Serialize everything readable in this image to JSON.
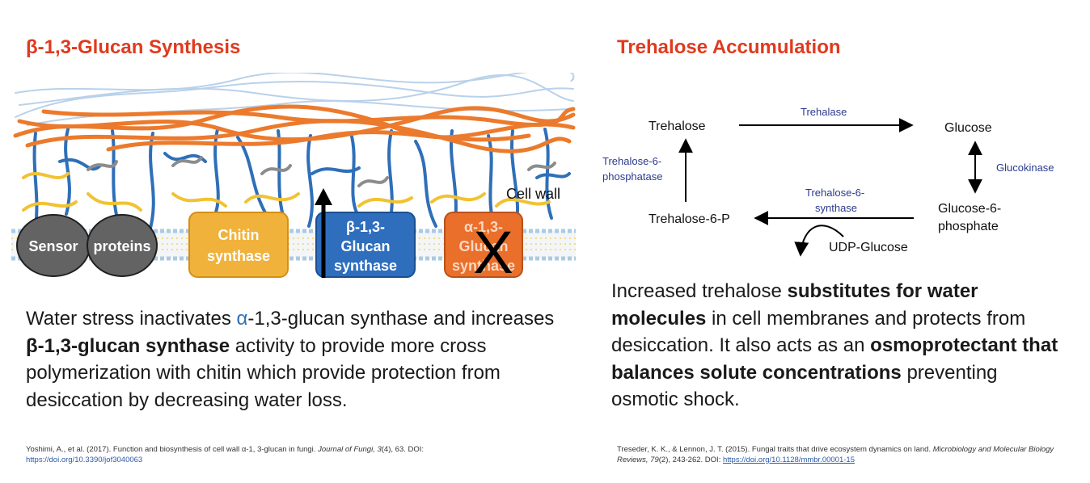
{
  "left_panel": {
    "title": "β-1,3-Glucan Synthesis",
    "diagram": {
      "cell_wall_label": "Cell wall",
      "sensor_label": "Sensor",
      "proteins_label": "proteins",
      "chitin_line1": "Chitin",
      "chitin_line2": "synthase",
      "beta_line1": "β-1,3-",
      "beta_line2": "Glucan",
      "beta_line3": "synthase",
      "alpha_line1": "α-1,3-",
      "alpha_line2": "Glucan",
      "alpha_line3": "synthase",
      "x_mark": "X",
      "colors": {
        "orange_fiber": "#ec7a2c",
        "blue_fiber": "#2f6fb8",
        "yellow_fiber": "#f1c232",
        "chitin_box": "#f0b23a",
        "beta_box": "#2e6ebd",
        "alpha_box": "#e96f2b",
        "sensor": "#636363"
      }
    },
    "text_pre": "Water stress inactivates ",
    "text_alpha": "α",
    "text_mid1": "-1,3-glucan synthase and increases ",
    "text_bold": "β-1,3-glucan synthase",
    "text_post": " activity to provide more cross polymerization with chitin which provide protection from desiccation by decreasing water loss.",
    "citation": {
      "authors": "Yoshimi, A., et al. ",
      "year": "(2017). Function and biosynthesis of cell wall α-1, 3-glucan in fungi. ",
      "journal": "Journal of Fungi",
      "volume": ", 3",
      "issue": "(4), 63. DOI:",
      "link": "https://doi.org/10.3390/jof3040063"
    }
  },
  "right_panel": {
    "title": "Trehalose Accumulation",
    "pathway": {
      "trehalose": "Trehalose",
      "glucose": "Glucose",
      "trehalase": "Trehalase",
      "glucokinase": "Glucokinase",
      "t6p_phosphatase_line1": "Trehalose-6-",
      "t6p_phosphatase_line2": "phosphatase",
      "t6p_synthase_line1": "Trehalose-6-",
      "t6p_synthase_line2": "synthase",
      "trehalose_6_p": "Trehalose-6-P",
      "glucose_6_line1": "Glucose-6-",
      "glucose_6_line2": "phosphate",
      "udp_glucose": "UDP-Glucose",
      "enzyme_color": "#2b3a8f"
    },
    "text_pre": "Increased trehalose ",
    "text_bold1": "substitutes for water molecules",
    "text_mid": " in cell membranes and protects from desiccation. It also acts as an ",
    "text_bold2": "osmoprotectant that balances solute concentrations",
    "text_post": " preventing osmotic shock.",
    "citation": {
      "authors": "Treseder, K. K., & Lennon, J. T. (2015). Fungal traits that drive ecosystem dynamics on land. ",
      "journal": "Microbiology and Molecular Biology Reviews",
      "volume": ", 79",
      "pages": "(2), 243-262. DOI: ",
      "link": "https://doi.org/10.1128/mmbr.00001-15"
    }
  }
}
